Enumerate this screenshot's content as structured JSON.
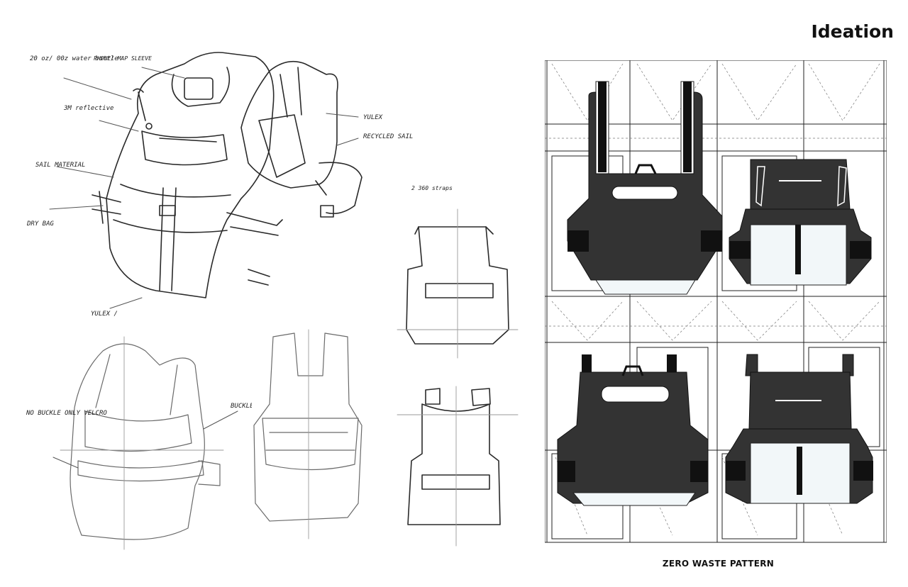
{
  "header": {
    "title": "Ideation"
  },
  "pattern": {
    "caption": "ZERO WASTE PATTERN"
  },
  "sketch_notes": [
    "20 oz/ 00z water bottle",
    "PHONE/ MAP SLEEVE",
    "3M reflective",
    "YULEX",
    "RECYCLED SAIL",
    "SAIL MATERIAL",
    "2 360 straps",
    "DRY BAG",
    "YULEX /",
    "NO BUCKLE ONLY VELCRO",
    "BUCKLE"
  ],
  "colors": {
    "dark_panel": "#333333",
    "light_panel": "#f2f7f9",
    "line": "#222222"
  }
}
